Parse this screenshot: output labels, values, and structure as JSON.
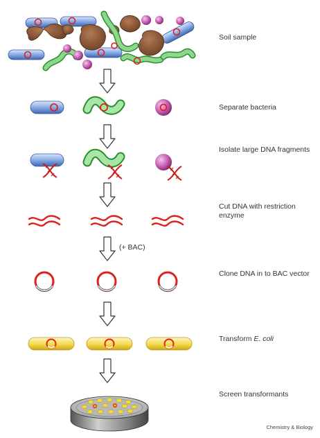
{
  "steps": [
    {
      "label": "Soil sample"
    },
    {
      "label": "Separate bacteria"
    },
    {
      "label": "Isolate large DNA fragments"
    },
    {
      "label_line1": "Cut DNA with restriction",
      "label_line2": "enzyme"
    },
    {
      "label": "Clone DNA in to BAC vector"
    },
    {
      "label_prefix": "Transform ",
      "label_italic": "E. coli"
    },
    {
      "label": "Screen transformants"
    }
  ],
  "bac_note": "(+ BAC)",
  "credit": "Chemistry & Biology",
  "colors": {
    "rod_blue": "#7fa3e0",
    "rod_green": "#8ed88e",
    "cocci_pink": "#c55cb0",
    "soil_brown": "#8b5a3c",
    "dna_red": "#e02020",
    "ecoli_yellow": "#f6d94a"
  },
  "icons": [
    "down-arrow-icon",
    "plasmid-icon",
    "dna-helix-icon",
    "petri-dish-icon"
  ]
}
